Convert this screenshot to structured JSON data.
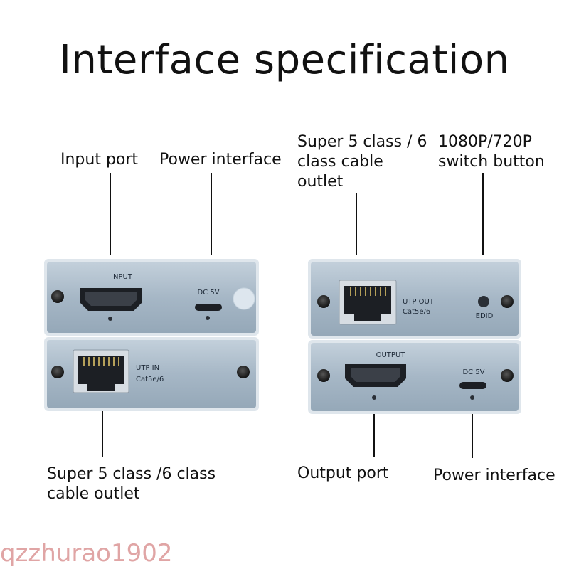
{
  "title": "Interface specification",
  "labels": {
    "input_port": "Input port",
    "power_interface_left": "Power interface",
    "super_cable_outlet_top": [
      "Super 5 class / 6",
      "class cable",
      "outlet"
    ],
    "switch_button": [
      "1080P/720P",
      "switch button"
    ],
    "super_cable_outlet_bottom": [
      "Super 5 class /6 class",
      "cable outlet"
    ],
    "output_port": "Output port",
    "power_interface_right": "Power interface"
  },
  "panel_text": {
    "input": "INPUT",
    "dc5v": "DC 5V",
    "utp_in": [
      "UTP IN",
      "Cat5e/6"
    ],
    "utp_out": [
      "UTP OUT",
      "Cat5e/6"
    ],
    "edid": "EDID",
    "output": "OUTPUT"
  },
  "watermark": "qzzhurao1902",
  "colors": {
    "panel": "#a9bac8",
    "panel_edge": "#d8e2ea",
    "port": "#1c1f24",
    "text": "#111111"
  }
}
